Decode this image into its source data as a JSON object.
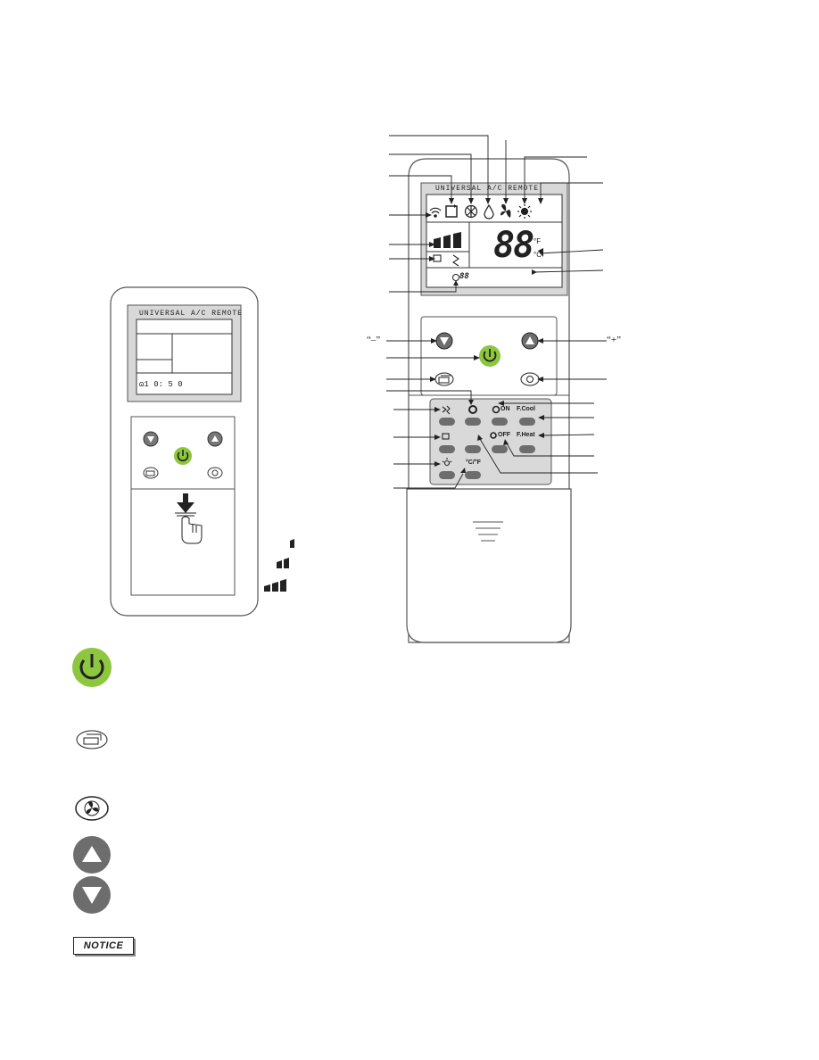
{
  "small_remote": {
    "lcd_title": "UNIVERSAL A/C REMOTE",
    "lcd_readout": "ɷ1 0: 5 0"
  },
  "big_remote": {
    "lcd_title": "UNIVERSAL A/C REMOTE",
    "lcd_digits": "88",
    "unit_f": "°F",
    "unit_c": "°C",
    "timer_readout": "88",
    "minus_label": "“–”",
    "plus_label": "“+”",
    "btn_on": "ON",
    "btn_off": "OFF",
    "btn_fcool": "F.Cool",
    "btn_fheat": "F.Heat",
    "btn_cf": "°C/°F"
  },
  "notice_label": "NOTICE",
  "icons": [
    "power-icon",
    "mode-icon",
    "fan-icon",
    "up-icon",
    "down-icon",
    "signal-icon",
    "auto-icon",
    "snowflake-icon",
    "drop-icon",
    "sun-icon",
    "sleep-icon",
    "timer-icon",
    "swing-icon",
    "light-icon",
    "hand-press-icon"
  ],
  "colors": {
    "power_green": "#8dc63f",
    "lcd_bg": "#d8d8d8",
    "button_grey": "#6d6d6d"
  }
}
